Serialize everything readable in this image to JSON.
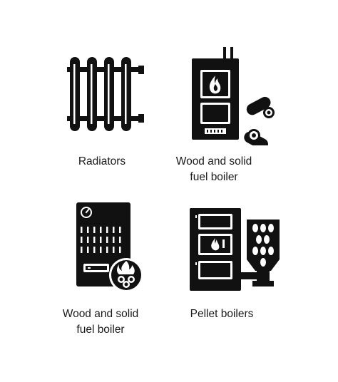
{
  "items": [
    {
      "icon": "radiator-icon",
      "label_line1": "Radiators",
      "label_line2": ""
    },
    {
      "icon": "wood-solid-fuel-boiler-icon",
      "label_line1": "Wood and solid",
      "label_line2": "fuel boiler"
    },
    {
      "icon": "wood-solid-fuel-boiler-gauge-icon",
      "label_line1": "Wood and solid",
      "label_line2": "fuel boiler"
    },
    {
      "icon": "pellet-boiler-icon",
      "label_line1": "Pellet boilers",
      "label_line2": ""
    }
  ],
  "colors": {
    "icon_fill": "#111111",
    "background": "#ffffff"
  }
}
